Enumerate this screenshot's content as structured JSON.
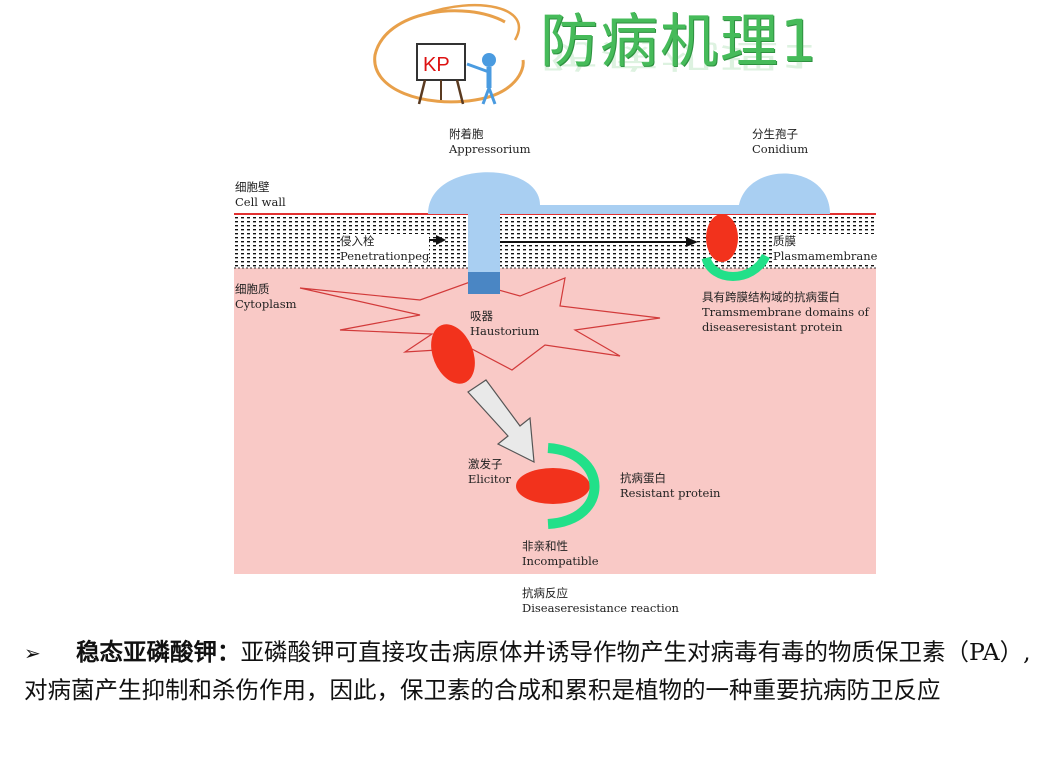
{
  "header": {
    "logo_text": "KP",
    "title": "防病机理1"
  },
  "diagram": {
    "appressorium": {
      "zh": "附着胞",
      "en": "Appressorium"
    },
    "conidium": {
      "zh": "分生孢子",
      "en": "Conidium"
    },
    "cell_wall": {
      "zh": "细胞壁",
      "en": "Cell wall"
    },
    "penetration_peg": {
      "zh": "侵入栓",
      "en": "Penetrationpeg"
    },
    "plasma_membrane": {
      "zh": "质膜",
      "en": "Plasmamembrane"
    },
    "cytoplasm": {
      "zh": "细胞质",
      "en": "Cytoplasm"
    },
    "haustorium": {
      "zh": "吸器",
      "en": "Haustorium"
    },
    "transmembrane": {
      "zh": "具有跨膜结构域的抗病蛋白",
      "en1": "Tramsmembrane domains of",
      "en2": "diseaseresistant protein"
    },
    "elicitor": {
      "zh": "激发子",
      "en": "Elicitor"
    },
    "resistant_protein": {
      "zh": "抗病蛋白",
      "en": "Resistant protein"
    },
    "incompatible": {
      "zh": "非亲和性",
      "en": "Incompatible"
    },
    "disease_resistance": {
      "zh": "抗病反应",
      "en": "Diseaseresistance reaction"
    }
  },
  "caption": {
    "bullet": "➢",
    "term": "稳态亚磷酸钾：",
    "text": "亚磷酸钾可直接攻击病原体并诱导作物产生对病毒有毒的物质保卫素（PA）,对病菌产生抑制和杀伤作用，因此，保卫素的合成和累积是植物的一种重要抗病防卫反应"
  },
  "colors": {
    "title_green": "#46bb5a",
    "cytoplasm": "#f9c9c6",
    "fungus_blue": "#a9cff2",
    "elicitor_red": "#f2321c",
    "protein_green": "#22e089",
    "cell_wall_line": "#e23030",
    "logo_orange": "#e8a04a"
  }
}
